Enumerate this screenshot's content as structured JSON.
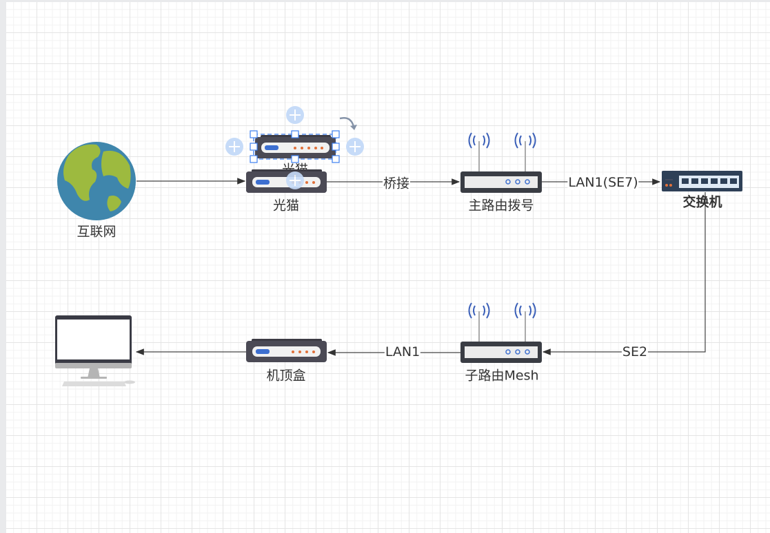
{
  "nodes": {
    "internet": "互联网",
    "modem": "光猫",
    "modem_selected": "光猫",
    "main_router": "主路由拨号",
    "switch": "交换机",
    "mesh_router": "子路由Mesh",
    "stb": "机顶盒"
  },
  "edges": {
    "modem_to_router": "桥接",
    "router_to_switch": "LAN1(SE7)",
    "switch_to_mesh": "SE2",
    "mesh_to_stb": "LAN1"
  },
  "colors": {
    "selection": "#3d7ff0",
    "connector_plus": "#c6dbf8",
    "device_dark": "#4b4a55",
    "switch_body": "#2e4057",
    "wifi": "#3a5fb8"
  }
}
